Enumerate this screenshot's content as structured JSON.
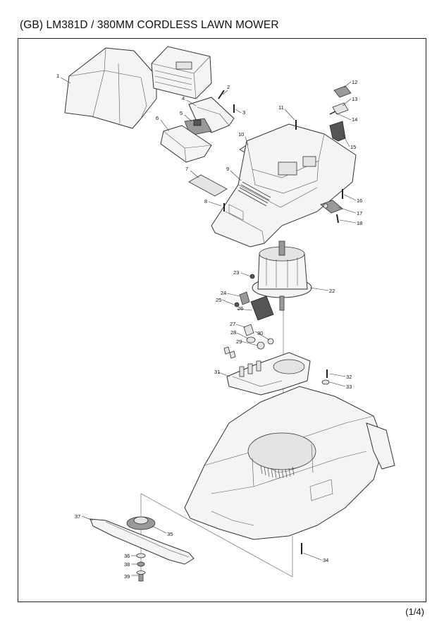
{
  "title": "(GB) LM381D / 380MM CORDLESS LAWN MOWER",
  "page_number": "(1/4)",
  "part_labels": [
    "1",
    "2",
    "3",
    "4",
    "5",
    "6",
    "7",
    "8",
    "9",
    "10",
    "11",
    "12",
    "13",
    "14",
    "15",
    "16",
    "17",
    "18",
    "22",
    "23",
    "24",
    "25",
    "26",
    "27",
    "28",
    "29",
    "30",
    "31",
    "32",
    "33",
    "34",
    "35",
    "36",
    "37",
    "38",
    "39"
  ]
}
